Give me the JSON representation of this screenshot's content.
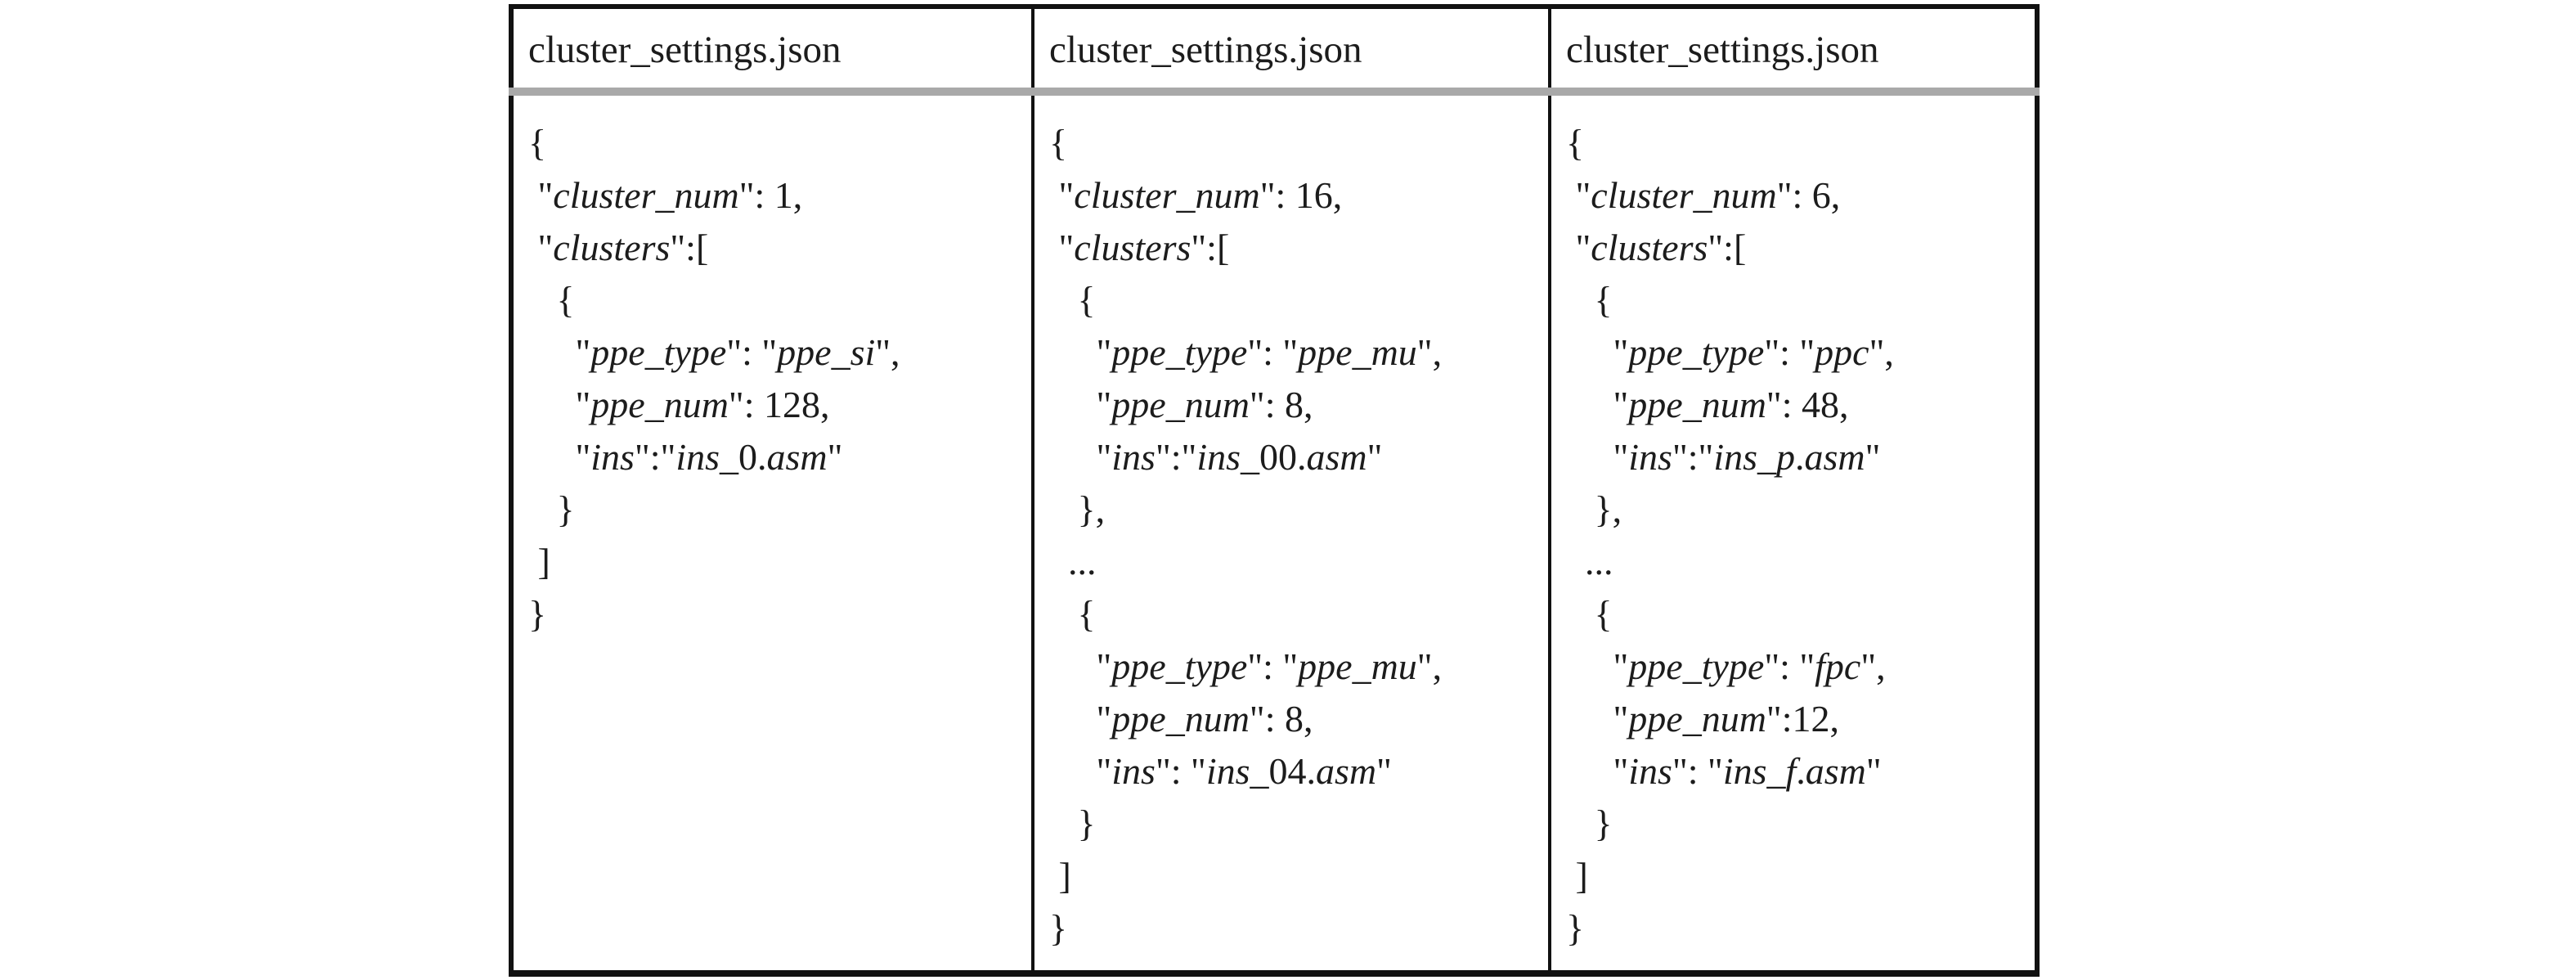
{
  "figure": {
    "description_title": "cluster_settings.json examples table",
    "columns": [
      {
        "header": "cluster_settings.json",
        "lines": [
          "{",
          " \"cluster_num\": 1,",
          " \"clusters\":[",
          "   {",
          "     \"ppe_type\": \"ppe_si\",",
          "     \"ppe_num\": 128,",
          "     \"ins\":\"ins_0.asm\"",
          "   }",
          " ]",
          "}"
        ]
      },
      {
        "header": "cluster_settings.json",
        "lines": [
          "{",
          " \"cluster_num\": 16,",
          " \"clusters\":[",
          "   {",
          "     \"ppe_type\": \"ppe_mu\",",
          "     \"ppe_num\": 8,",
          "     \"ins\":\"ins_00.asm\"",
          "   },",
          "  ...",
          "   {",
          "     \"ppe_type\": \"ppe_mu\",",
          "     \"ppe_num\": 8,",
          "     \"ins\": \"ins_04.asm\"",
          "   }",
          " ]",
          "}"
        ]
      },
      {
        "header": "cluster_settings.json",
        "lines": [
          "{",
          " \"cluster_num\": 6,",
          " \"clusters\":[",
          "   {",
          "     \"ppe_type\": \"ppc\",",
          "     \"ppe_num\": 48,",
          "     \"ins\":\"ins_p.asm\"",
          "   },",
          "  ...",
          "   {",
          "     \"ppe_type\": \"fpc\",",
          "     \"ppe_num\":12,",
          "     \"ins\": \"ins_f.asm\"",
          "   }",
          " ]",
          "}"
        ]
      }
    ]
  },
  "colors": {
    "border": "#111111",
    "header_divider": "#a9a9a9",
    "text": "#1c1c1c",
    "background": "#ffffff"
  }
}
